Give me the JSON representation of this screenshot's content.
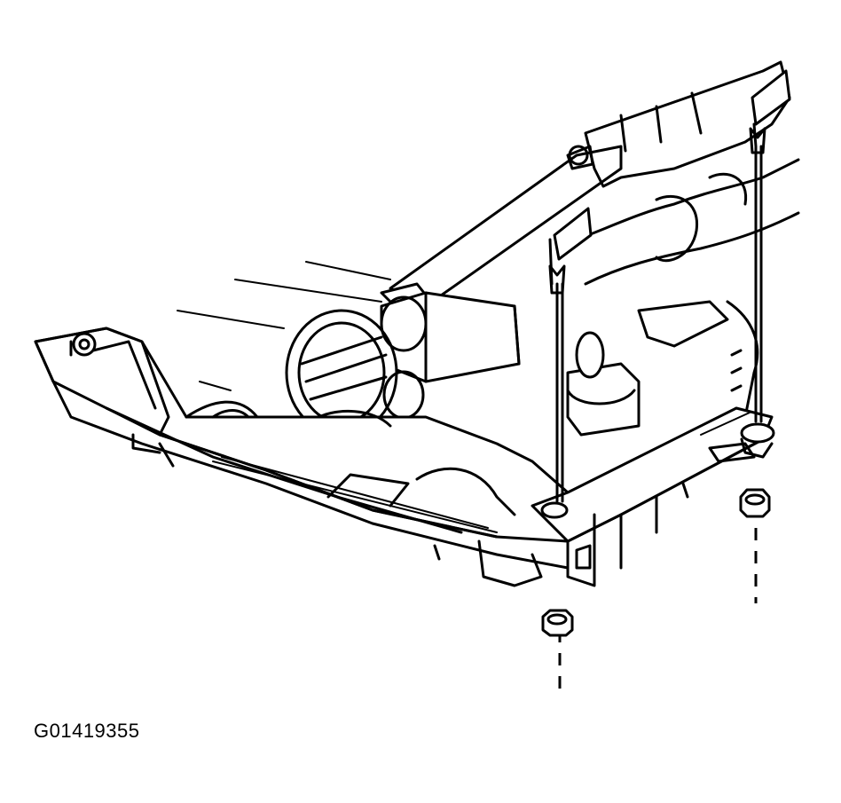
{
  "figure": {
    "code": "G01419355"
  },
  "icons": {
    "crossmember": "crossmember-illustration",
    "engine": "engine-block-illustration",
    "stud": "stud-icon",
    "nut": "nut-icon"
  },
  "colors": {
    "ink": "#000000",
    "paper": "#ffffff"
  }
}
